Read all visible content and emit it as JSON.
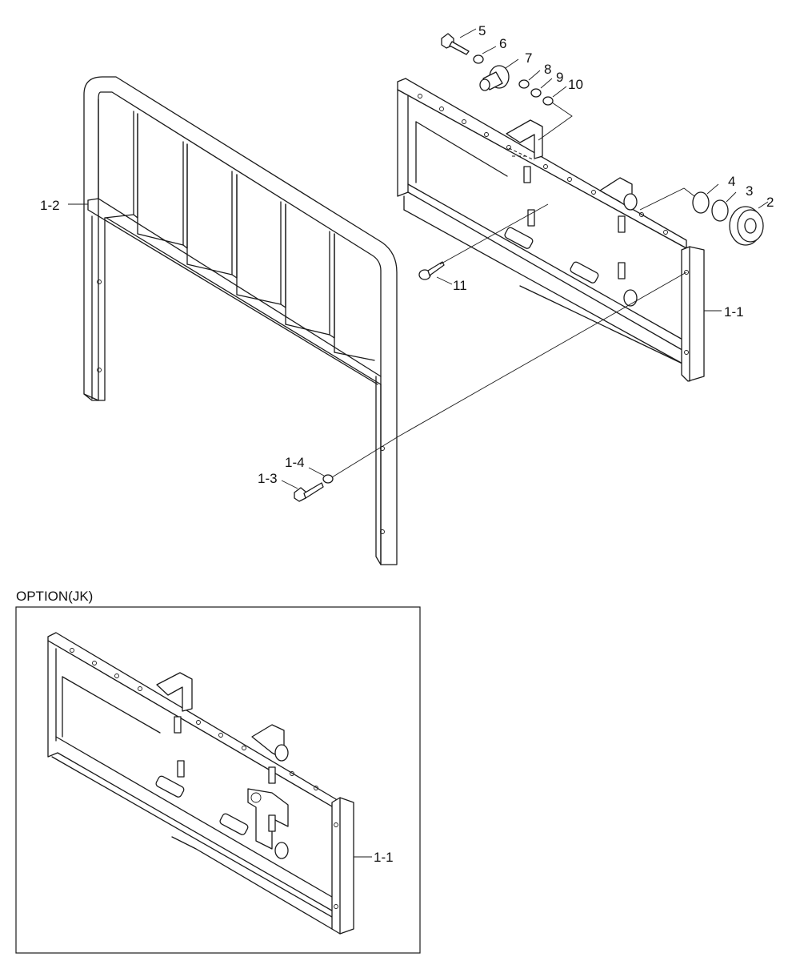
{
  "labels": {
    "p1_2": "1-2",
    "p1_1": "1-1",
    "p1_3": "1-3",
    "p1_4": "1-4",
    "p2": "2",
    "p3": "3",
    "p4": "4",
    "p5": "5",
    "p6": "6",
    "p7": "7",
    "p8": "8",
    "p9": "9",
    "p10": "10",
    "p11": "11",
    "option_p1_1": "1-1"
  },
  "option": {
    "title": "OPTION(JK)"
  }
}
